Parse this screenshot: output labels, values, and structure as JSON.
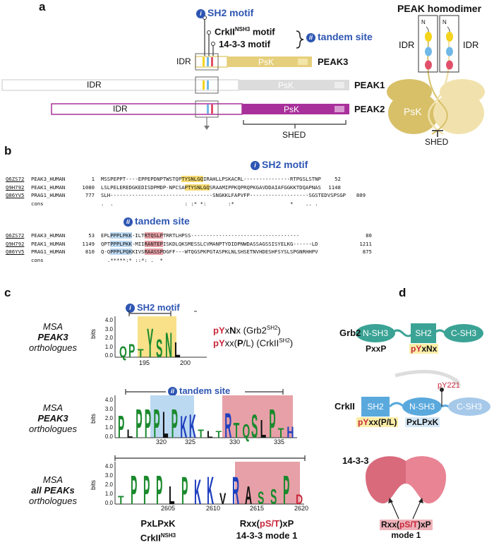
{
  "panels": {
    "a": "a",
    "b": "b",
    "c": "c",
    "d": "d"
  },
  "panel_a": {
    "sh2_motif": "SH2 motif",
    "crkii_motif_base": "CrkII",
    "crkii_motif_sup": "NSH3",
    "crkii_motif_tail": " motif",
    "motif_1433": "14-3-3 motif",
    "tandem_site": "tandem site",
    "idr": "IDR",
    "psk": "PsK",
    "peak3": "PEAK3",
    "peak1": "PEAK1",
    "peak2": "PEAK2",
    "shed": "SHED",
    "homodimer_title": "PEAK homodimer",
    "n": "N"
  },
  "panel_b": {
    "sh2_motif": "SH2 motif",
    "tandem_site": "tandem site",
    "block1": {
      "rows": [
        {
          "acc": "Q6ZS72",
          "name": "PEAK3_HUMAN",
          "start": "1",
          "pre": "MSSPEPPT----EPPEPDNPTWSTQP",
          "hl": "TYSNLGQ",
          "post": "IRAHLLPSKACRL---------------RTPGSLSTNP",
          "end": "52"
        },
        {
          "acc": "Q9H792",
          "name": "PEAK1_HUMAN",
          "start": "1080",
          "pre": "LSLPELEREDGKEDISDPMDP-NPCSA",
          "hl": "PTYSNLGQ",
          "post": "SRAAMIPPKQPRQPKGAVDDAIAFGGKKTDQAPNAS",
          "end": "1148"
        },
        {
          "acc": "Q86YV5",
          "name": "PRAG1_HUMAN",
          "start": "777",
          "pre": "SLH---------------------------------",
          "hl": "",
          "post": "SNGKKLFAPVFP-------------------SGSTEDVSPSGP",
          "end": "809"
        },
        {
          "acc": "",
          "name": "cons",
          "start": "",
          "pre": ".  .                       : :* *:       :*                  *    .. .",
          "hl": "",
          "post": "",
          "end": ""
        }
      ]
    },
    "block2": {
      "rows": [
        {
          "acc": "Q6ZS72",
          "name": "PEAK3_HUMAN",
          "start": "53",
          "a": "EPL",
          "b": "PPPLPKK",
          "c": "-ILT",
          "d": "RTQSLP",
          "e": "TRRTLHPSS-----------------------------------",
          "end": "80"
        },
        {
          "acc": "Q9H792",
          "name": "PEAK1_HUMAN",
          "start": "1149",
          "a": "QPT",
          "b": "PPPLPKK",
          "c": "-MII",
          "d": "RANTEP",
          "e": "ISKDLQKSMESSLCVMANPTYDIDPNWDASSAGSSISYELKG------LD",
          "end": "1211"
        },
        {
          "acc": "Q86YV5",
          "name": "PRAG1_HUMAN",
          "start": "810",
          "a": "Q-Q",
          "b": "PPPLPQK",
          "c": "KIVS",
          "d": "RAASSP",
          "e": "DGFF---WTQGSPKPGTASPKLNLSHSETNVHDESHFSYSLSPGNRHHPV",
          "end": "875"
        },
        {
          "acc": "",
          "name": "cons",
          "start": "",
          "a": "  .",
          "b": "*****:*",
          "c": " ::",
          "d": "*: .  *",
          "e": "",
          "end": ""
        }
      ]
    }
  },
  "panel_c": {
    "sh2_motif": "SH2 motif",
    "tandem_site": "tandem site",
    "msa": "MSA",
    "peak3": "PEAK3",
    "all_peaks": "all PEAKs",
    "orthologues": "orthologues",
    "bits": "bits",
    "motif_grb2_a": "pY",
    "motif_grb2_b": "x",
    "motif_grb2_c": "N",
    "motif_grb2_d": "x (Grb2",
    "motif_grb2_sup": "SH2",
    "motif_grb2_e": ")",
    "motif_crk_a": "pY",
    "motif_crk_b": "xx(",
    "motif_crk_c": "P",
    "motif_crk_d": "/L) (CrkII",
    "motif_crk_sup": "SH2",
    "motif_crk_e": ")",
    "logo1": {
      "yticks": [
        "4.0",
        "3.0",
        "2.0",
        "1.0",
        "0.0"
      ],
      "xticks": [
        "195",
        "200"
      ],
      "letters": [
        "Q",
        "P",
        "T",
        "Y",
        "S",
        "N",
        "L"
      ]
    },
    "logo2": {
      "yticks": [
        "4.0",
        "3.0",
        "2.0",
        "1.0",
        "0.0"
      ],
      "xticks": [
        "320",
        "325",
        "330",
        "335"
      ],
      "letters": [
        "P",
        "L",
        "P",
        "P",
        "P",
        "L",
        "P",
        "K",
        "K",
        "T",
        "L",
        "T",
        "R",
        "T",
        "Q",
        "S",
        "L",
        "P",
        "T",
        "H"
      ]
    },
    "logo3": {
      "yticks": [
        "4.0",
        "3.0",
        "2.0",
        "1.0",
        "0.0"
      ],
      "xticks": [
        "2605",
        "2610",
        "2615",
        "2620"
      ],
      "letters": [
        "T",
        "P",
        "P",
        "P",
        "L",
        "P",
        "K",
        "K",
        "V",
        "R",
        "A",
        "S",
        "S",
        "P",
        "D"
      ]
    },
    "bottom_left_1": "PxLPxK",
    "bottom_left_2a": "CrkII",
    "bottom_left_2sup": "NSH3",
    "bottom_right_1a": "Rxx(",
    "bottom_right_1b": "pS/T",
    "bottom_right_1c": ")xP",
    "bottom_right_2": "14-3-3 mode 1"
  },
  "panel_d": {
    "grb2": "Grb2",
    "n_sh3": "N-SH3",
    "sh2": "SH2",
    "c_sh3": "C-SH3",
    "pxxp": "PxxP",
    "pyxnx_a": "pY",
    "pyxnx_b": "xNx",
    "crkii": "CrkII",
    "py221": "pY221",
    "crk_sh2_a": "pY",
    "crk_sh2_b": "xx(P/L)",
    "pxlpxk": "PxLPxK",
    "p1433": "14-3-3",
    "rxx_a": "Rxx(",
    "rxx_b": "pS/T",
    "rxx_c": ")xP",
    "mode1": "mode 1"
  },
  "colors": {
    "gold": "#e6cf7c",
    "grey": "#dcdcdc",
    "magenta": "#a8309a",
    "teal": "#3aa395",
    "lightblue": "#5aa9dd",
    "blue_accent": "#2d55b2",
    "red_accent": "#c8283b",
    "rose": "#d86a7c"
  }
}
